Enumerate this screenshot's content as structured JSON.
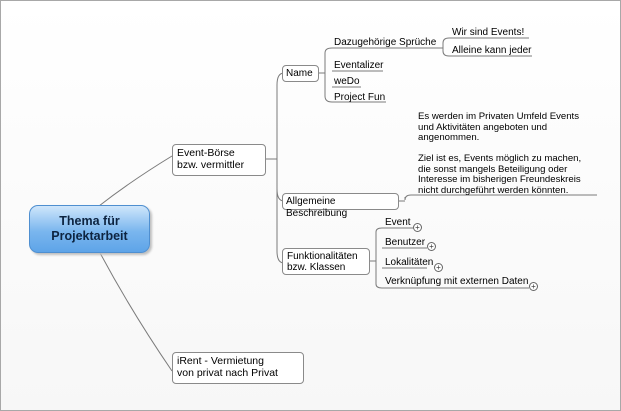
{
  "root": {
    "line1": "Thema für",
    "line2": "Projektarbeit"
  },
  "branch1": {
    "line1": "Event-Börse",
    "line2": "bzw. vermittler",
    "name": {
      "label": "Name",
      "items": {
        "sprueche": {
          "label": "Dazugehörige Sprüche",
          "children": [
            "Wir sind Events!",
            "Alleine kann jeder"
          ]
        },
        "eventalizer": "Eventalizer",
        "wedo": "weDo",
        "projectfun": "Project Fun"
      }
    },
    "beschreibung": {
      "label": "Allgemeine Beschreibung",
      "text1": [
        "Es werden im Privaten Umfeld Events",
        "und Aktivitäten angeboten und",
        "angenommen."
      ],
      "text2": [
        "Ziel ist es, Events möglich zu machen,",
        "die sonst mangels Beteiligung oder",
        "Interesse im bisherigen Freundeskreis",
        "nicht durchgeführt werden könnten."
      ]
    },
    "funktionalitaeten": {
      "line1": "Funktionalitäten",
      "line2": "bzw. Klassen",
      "items": [
        "Event",
        "Benutzer",
        "Lokalitäten",
        "Verknüpfung mit externen Daten"
      ]
    }
  },
  "branch2": {
    "line1": "iRent - Vermietung",
    "line2": "von privat nach Privat"
  },
  "expand_symbol": "+"
}
